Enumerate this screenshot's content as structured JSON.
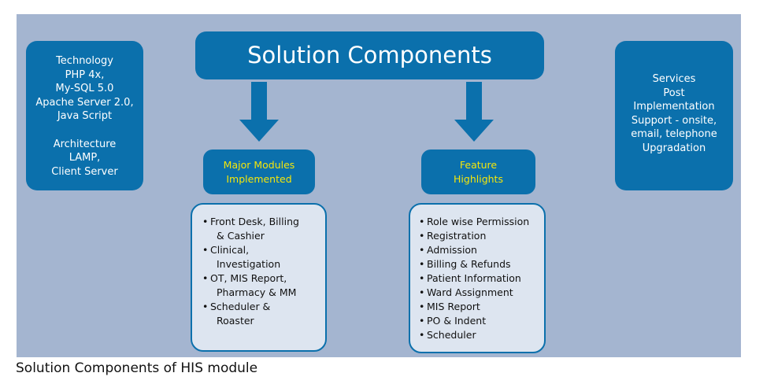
{
  "colors": {
    "panel": "#a4b5d0",
    "box": "#0b70ac",
    "accent_text": "#f5e60a",
    "list_bg": "#dde5f0"
  },
  "title": "Solution Components",
  "technology": {
    "lines": [
      "Technology",
      "PHP 4x,",
      "My-SQL 5.0",
      "Apache Server 2.0,",
      "Java Script"
    ],
    "architecture_lines": [
      "Architecture",
      "LAMP,",
      "Client Server"
    ]
  },
  "services": {
    "lines": [
      "Services",
      "Post",
      "Implementation",
      "Support - onsite,",
      "email, telephone",
      "Upgradation"
    ]
  },
  "major_modules": {
    "title_lines": [
      "Major Modules",
      "Implemented"
    ],
    "items": [
      [
        "Front Desk, Billing",
        "& Cashier"
      ],
      [
        "Clinical,",
        "Investigation"
      ],
      [
        "OT, MIS Report,",
        "Pharmacy & MM"
      ],
      [
        "Scheduler &",
        "Roaster"
      ]
    ]
  },
  "feature_highlights": {
    "title_lines": [
      "Feature",
      "Highlights"
    ],
    "items": [
      "Role wise Permission",
      "Registration",
      "Admission",
      "Billing & Refunds",
      "Patient Information",
      "Ward Assignment",
      "MIS Report",
      "PO & Indent",
      "Scheduler"
    ]
  },
  "caption": "Solution Components of HIS module"
}
